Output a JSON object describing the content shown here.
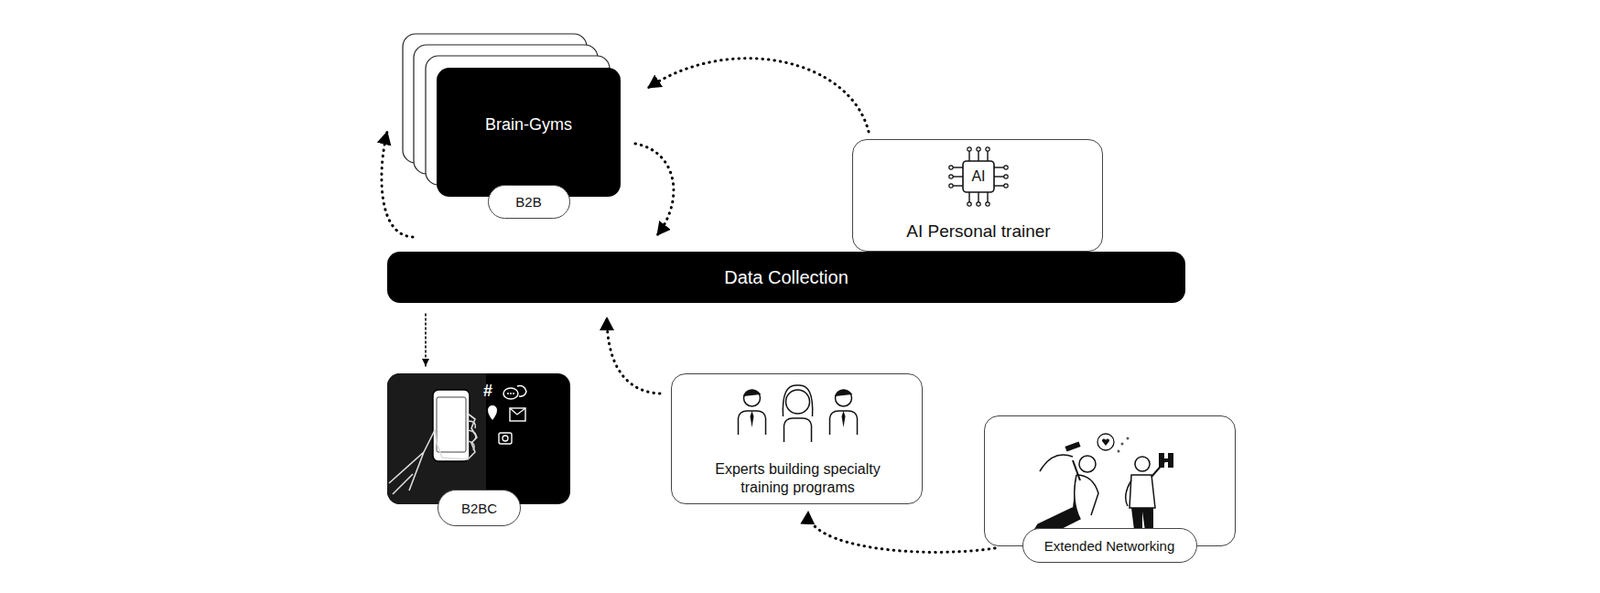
{
  "diagram": {
    "nodes": [
      {
        "text": [
          "Brain-Gyms",
          "B2B"
        ]
      },
      {
        "text": [
          "AI",
          "AI Personal trainer"
        ]
      },
      {
        "text": [
          "Data Collection"
        ]
      },
      {
        "text": [
          "B2BC"
        ]
      },
      {
        "text": [
          "Experts building specialty training programs"
        ]
      },
      {
        "text": [
          "Extended Networking"
        ]
      }
    ],
    "edges": [
      {
        "from": 1,
        "to": 0,
        "arrow": "to"
      },
      {
        "from": 0,
        "to": 2,
        "arrow": "to"
      },
      {
        "from": 2,
        "to": 0,
        "arrow": "to"
      },
      {
        "from": 2,
        "to": 3,
        "arrow": "to"
      },
      {
        "from": 4,
        "to": 2,
        "arrow": "to"
      },
      {
        "from": 5,
        "to": 4,
        "arrow": "to"
      }
    ],
    "labels": [
      "#"
    ]
  }
}
